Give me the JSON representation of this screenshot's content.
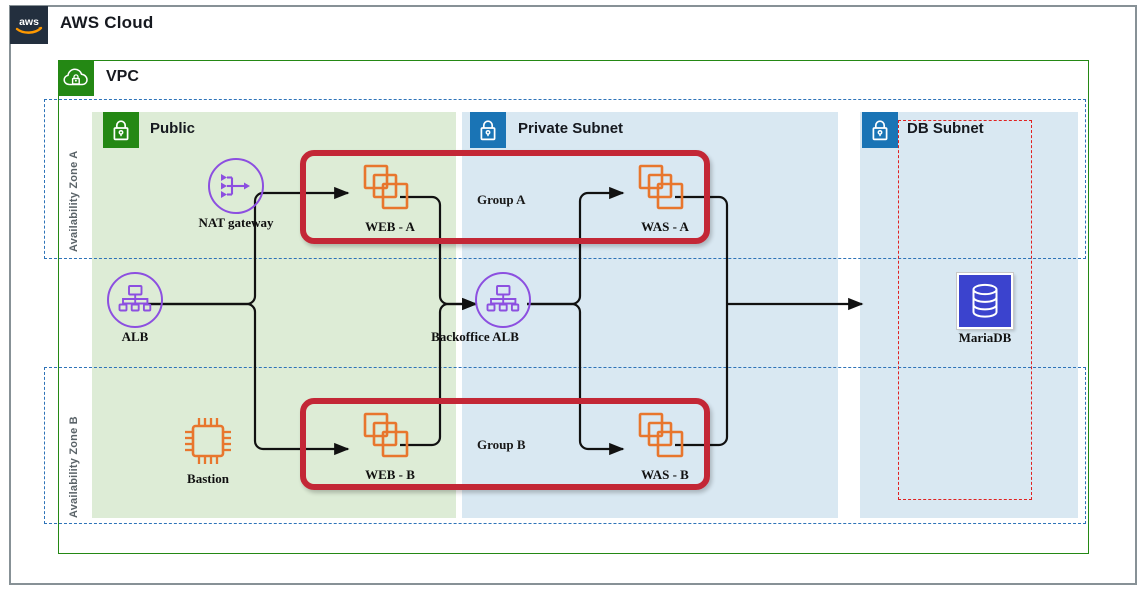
{
  "diagram": {
    "title": "AWS Cloud",
    "logo_icon": "aws-logo-icon",
    "type": "aws-architecture-diagram"
  },
  "vpc": {
    "label": "VPC",
    "badge_icon": "vpc-cloud-lock-icon",
    "color": "#248814"
  },
  "availability_zones": [
    {
      "label": "Availability Zone A",
      "color": "#2E73B8"
    },
    {
      "label": "Availability Zone B",
      "color": "#2E73B8"
    }
  ],
  "subnets": [
    {
      "id": "public",
      "label": "Public",
      "badge_icon": "lock-icon",
      "badge_color": "#248814",
      "fill": "#DDECD6"
    },
    {
      "id": "private",
      "label": "Private Subnet",
      "badge_icon": "lock-icon",
      "badge_color": "#1A74B5",
      "fill": "#D9E8F2"
    },
    {
      "id": "db",
      "label": "DB Subnet",
      "badge_icon": "lock-icon",
      "badge_color": "#1A74B5",
      "fill": "#D9E8F2"
    }
  ],
  "groups": [
    {
      "id": "group-a",
      "label": "Group A",
      "color": "#C32736"
    },
    {
      "id": "group-b",
      "label": "Group B",
      "color": "#C32736"
    }
  ],
  "nodes": {
    "nat_gateway": {
      "label": "NAT gateway",
      "icon": "nat-gateway-icon",
      "color": "#8C4FE0"
    },
    "alb": {
      "label": "ALB",
      "icon": "load-balancer-icon",
      "color": "#8C4FE0"
    },
    "bastion": {
      "label": "Bastion",
      "icon": "ec2-chip-icon",
      "color": "#E8762D"
    },
    "backoffice_alb": {
      "label": "Backoffice ALB",
      "icon": "load-balancer-icon",
      "color": "#8C4FE0"
    },
    "web_a": {
      "label": "WEB - A",
      "icon": "ec2-instances-icon",
      "color": "#E8762D"
    },
    "was_a": {
      "label": "WAS - A",
      "icon": "ec2-instances-icon",
      "color": "#E8762D"
    },
    "web_b": {
      "label": "WEB - B",
      "icon": "ec2-instances-icon",
      "color": "#E8762D"
    },
    "was_b": {
      "label": "WAS - B",
      "icon": "ec2-instances-icon",
      "color": "#E8762D"
    },
    "mariadb": {
      "label": "MariaDB",
      "icon": "database-icon",
      "color": "#3B43CE"
    }
  },
  "db_region": {
    "border_color": "#E02020",
    "style": "dashed"
  },
  "connections": [
    {
      "from": "alb",
      "to": "web_a",
      "arrow": true
    },
    {
      "from": "alb",
      "to": "web_b",
      "arrow": true
    },
    {
      "from": "web_a",
      "to": "backoffice_alb",
      "arrow": true
    },
    {
      "from": "web_b",
      "to": "backoffice_alb",
      "arrow": true
    },
    {
      "from": "backoffice_alb",
      "to": "was_a",
      "arrow": true
    },
    {
      "from": "backoffice_alb",
      "to": "was_b",
      "arrow": true
    },
    {
      "from": "was_a",
      "to": "mariadb",
      "arrow": true
    },
    {
      "from": "was_b",
      "to": "mariadb",
      "arrow": true
    }
  ]
}
